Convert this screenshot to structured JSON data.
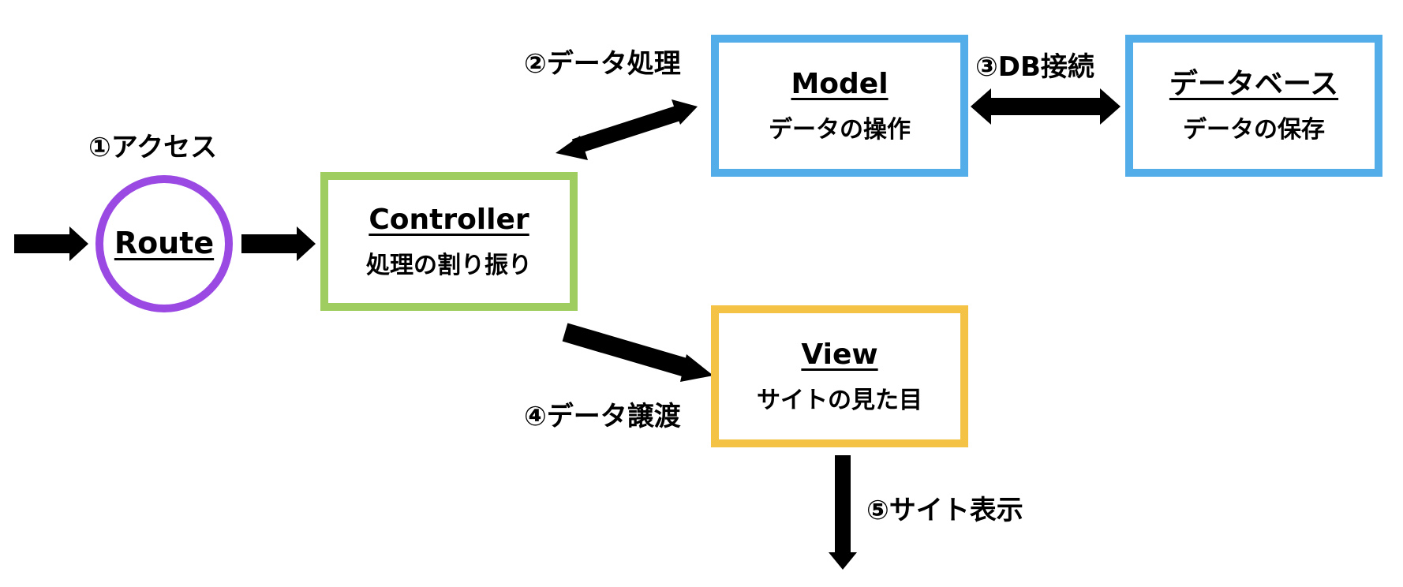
{
  "colors": {
    "route_border": "#9a49e2",
    "controller_border": "#a0cd60",
    "model_border": "#53ade8",
    "database_border": "#53ade8",
    "view_border": "#f4c244",
    "arrow": "#000000"
  },
  "nodes": {
    "route": {
      "title": "Route"
    },
    "controller": {
      "title": "Controller",
      "subtitle": "処理の割り振り"
    },
    "model": {
      "title": "Model",
      "subtitle": "データの操作"
    },
    "database": {
      "title": "データベース",
      "subtitle": "データの保存"
    },
    "view": {
      "title": "View",
      "subtitle": "サイトの見た目"
    }
  },
  "steps": {
    "access": "①アクセス",
    "data_processing": "②データ処理",
    "db_connection": "③DB接続",
    "data_transfer": "④データ譲渡",
    "site_display": "⑤サイト表示"
  },
  "edges": [
    {
      "from": "entry",
      "to": "route",
      "direction": "forward"
    },
    {
      "from": "route",
      "to": "controller",
      "direction": "forward"
    },
    {
      "from": "controller",
      "to": "model",
      "direction": "both",
      "label": "②データ処理"
    },
    {
      "from": "model",
      "to": "database",
      "direction": "both",
      "label": "③DB接続"
    },
    {
      "from": "controller",
      "to": "view",
      "direction": "forward",
      "label": "④データ譲渡"
    },
    {
      "from": "view",
      "to": "exit",
      "direction": "forward",
      "label": "⑤サイト表示"
    }
  ]
}
